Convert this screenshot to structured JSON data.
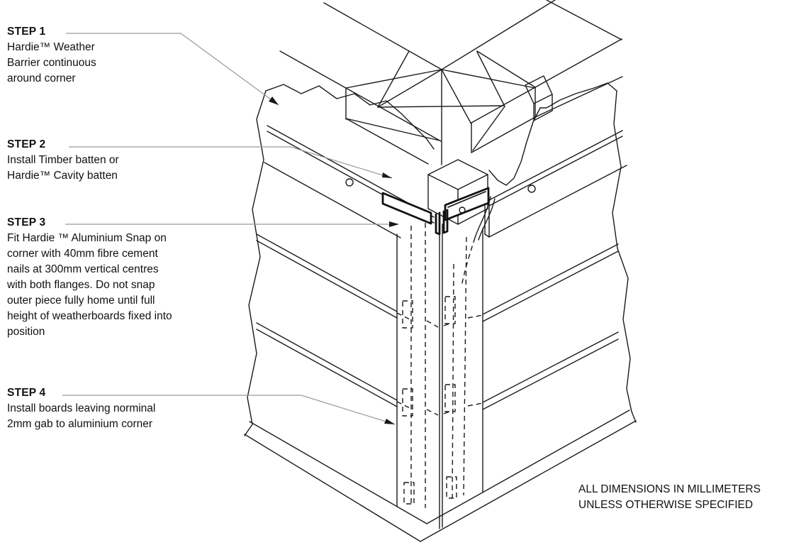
{
  "steps": [
    {
      "id": "step1",
      "title": "STEP 1",
      "lines": [
        "Hardie™ Weather",
        "Barrier continuous",
        "around corner"
      ]
    },
    {
      "id": "step2",
      "title": "STEP 2",
      "lines": [
        "Install Timber batten or",
        "Hardie™ Cavity batten"
      ]
    },
    {
      "id": "step3",
      "title": "STEP 3",
      "lines": [
        "Fit Hardie ™ Aluminium Snap on",
        "corner with 40mm fibre cement",
        "nails at 300mm vertical centres",
        "with both flanges. Do not snap",
        "outer piece fully home until full",
        "height of weatherboards fixed into",
        "position"
      ]
    },
    {
      "id": "step4",
      "title": "STEP 4",
      "lines": [
        "Install boards leaving norminal",
        "2mm gab to aluminium corner"
      ]
    }
  ],
  "note": {
    "lines": [
      "ALL DIMENSIONS IN MILLIMETERS",
      "UNLESS OTHERWISE SPECIFIED"
    ]
  },
  "colors": {
    "line": "#1a1a1a",
    "thick": "#111111",
    "leader": "#9a9a9a",
    "background": "#ffffff"
  }
}
